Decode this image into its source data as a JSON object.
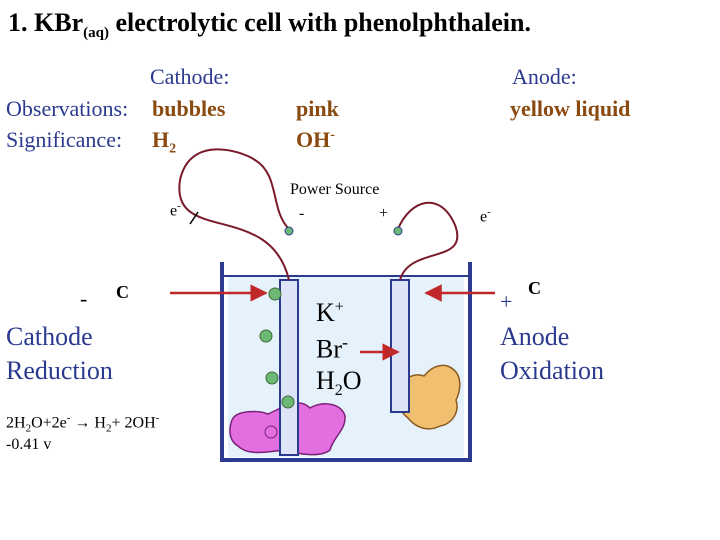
{
  "title": {
    "main": "1.  KBr",
    "sub": "(aq)",
    "rest": " electrolytic cell with phenolphthalein."
  },
  "cathode_header": "Cathode:",
  "anode_header": "Anode:",
  "observations": {
    "label": "Observations:",
    "cathode": "bubbles",
    "middle": "pink",
    "anode": "yellow  liquid"
  },
  "significance": {
    "label": "Significance:",
    "cathode_base": "H",
    "cathode_sub": "2",
    "middle_base": "OH",
    "middle_sup": "-"
  },
  "power_source": {
    "label": "Power Source",
    "minus": "-",
    "plus": "+"
  },
  "electron": {
    "base": "e",
    "sup": "-"
  },
  "left_electrode": {
    "sign": "-",
    "material": "C",
    "name": "Cathode",
    "process": "Reduction"
  },
  "right_electrode": {
    "sign": "+",
    "material": "C",
    "name": "Anode",
    "process": "Oxidation"
  },
  "ions": {
    "k": "K",
    "k_sup": "+",
    "br": "Br",
    "br_sup": "-",
    "water": "H",
    "water_sub": "2",
    "water_end": "O"
  },
  "half_reaction": {
    "p1": "2H",
    "s1": "2",
    "p2": "O+2e",
    "sup1": "-",
    "p3": " → H",
    "s2": "2",
    "p4": "+ 2OH",
    "sup2": "-"
  },
  "potential": "-0.41 v",
  "colors": {
    "cell": "#2b3a8f",
    "solution": "#e6f2fb",
    "pink": "#e36ee0",
    "yellow": "#f0c070",
    "bubble": "#6db874",
    "arrow": "#c0282a",
    "electrode": "#dde4f8",
    "text_blue": "#2b3a8f",
    "text_brown": "#8a4a10"
  }
}
